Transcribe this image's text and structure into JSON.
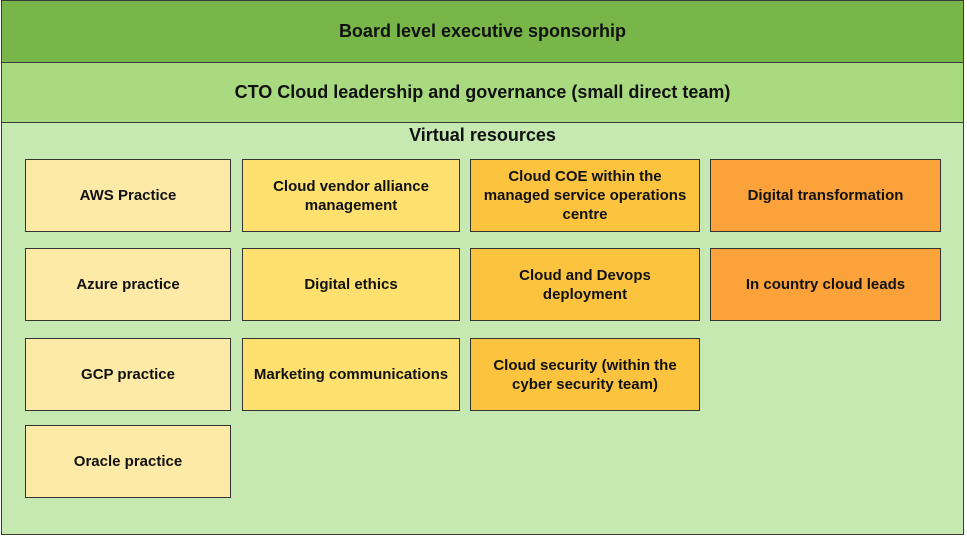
{
  "diagram": {
    "board": "Board level executive sponsorhip",
    "cto": "CTO Cloud leadership and governance (small direct team)",
    "virtual_title": "Virtual resources",
    "columns": [
      [
        "AWS Practice",
        "Azure practice",
        "GCP practice",
        "Oracle practice"
      ],
      [
        "Cloud vendor alliance management",
        "Digital ethics",
        "Marketing communications"
      ],
      [
        "Cloud COE within the managed service operations centre",
        "Cloud and Devops deployment",
        "Cloud security (within the cyber security team)"
      ],
      [
        "Digital transformation",
        "In country cloud leads"
      ]
    ],
    "colors": {
      "board": "#79b64a",
      "cto": "#a9da80",
      "virtual": "#c6e9b1",
      "column_1": "#fdeaa7",
      "column_2": "#fde06d",
      "column_3": "#fcc43e",
      "column_4": "#fba23a"
    }
  }
}
